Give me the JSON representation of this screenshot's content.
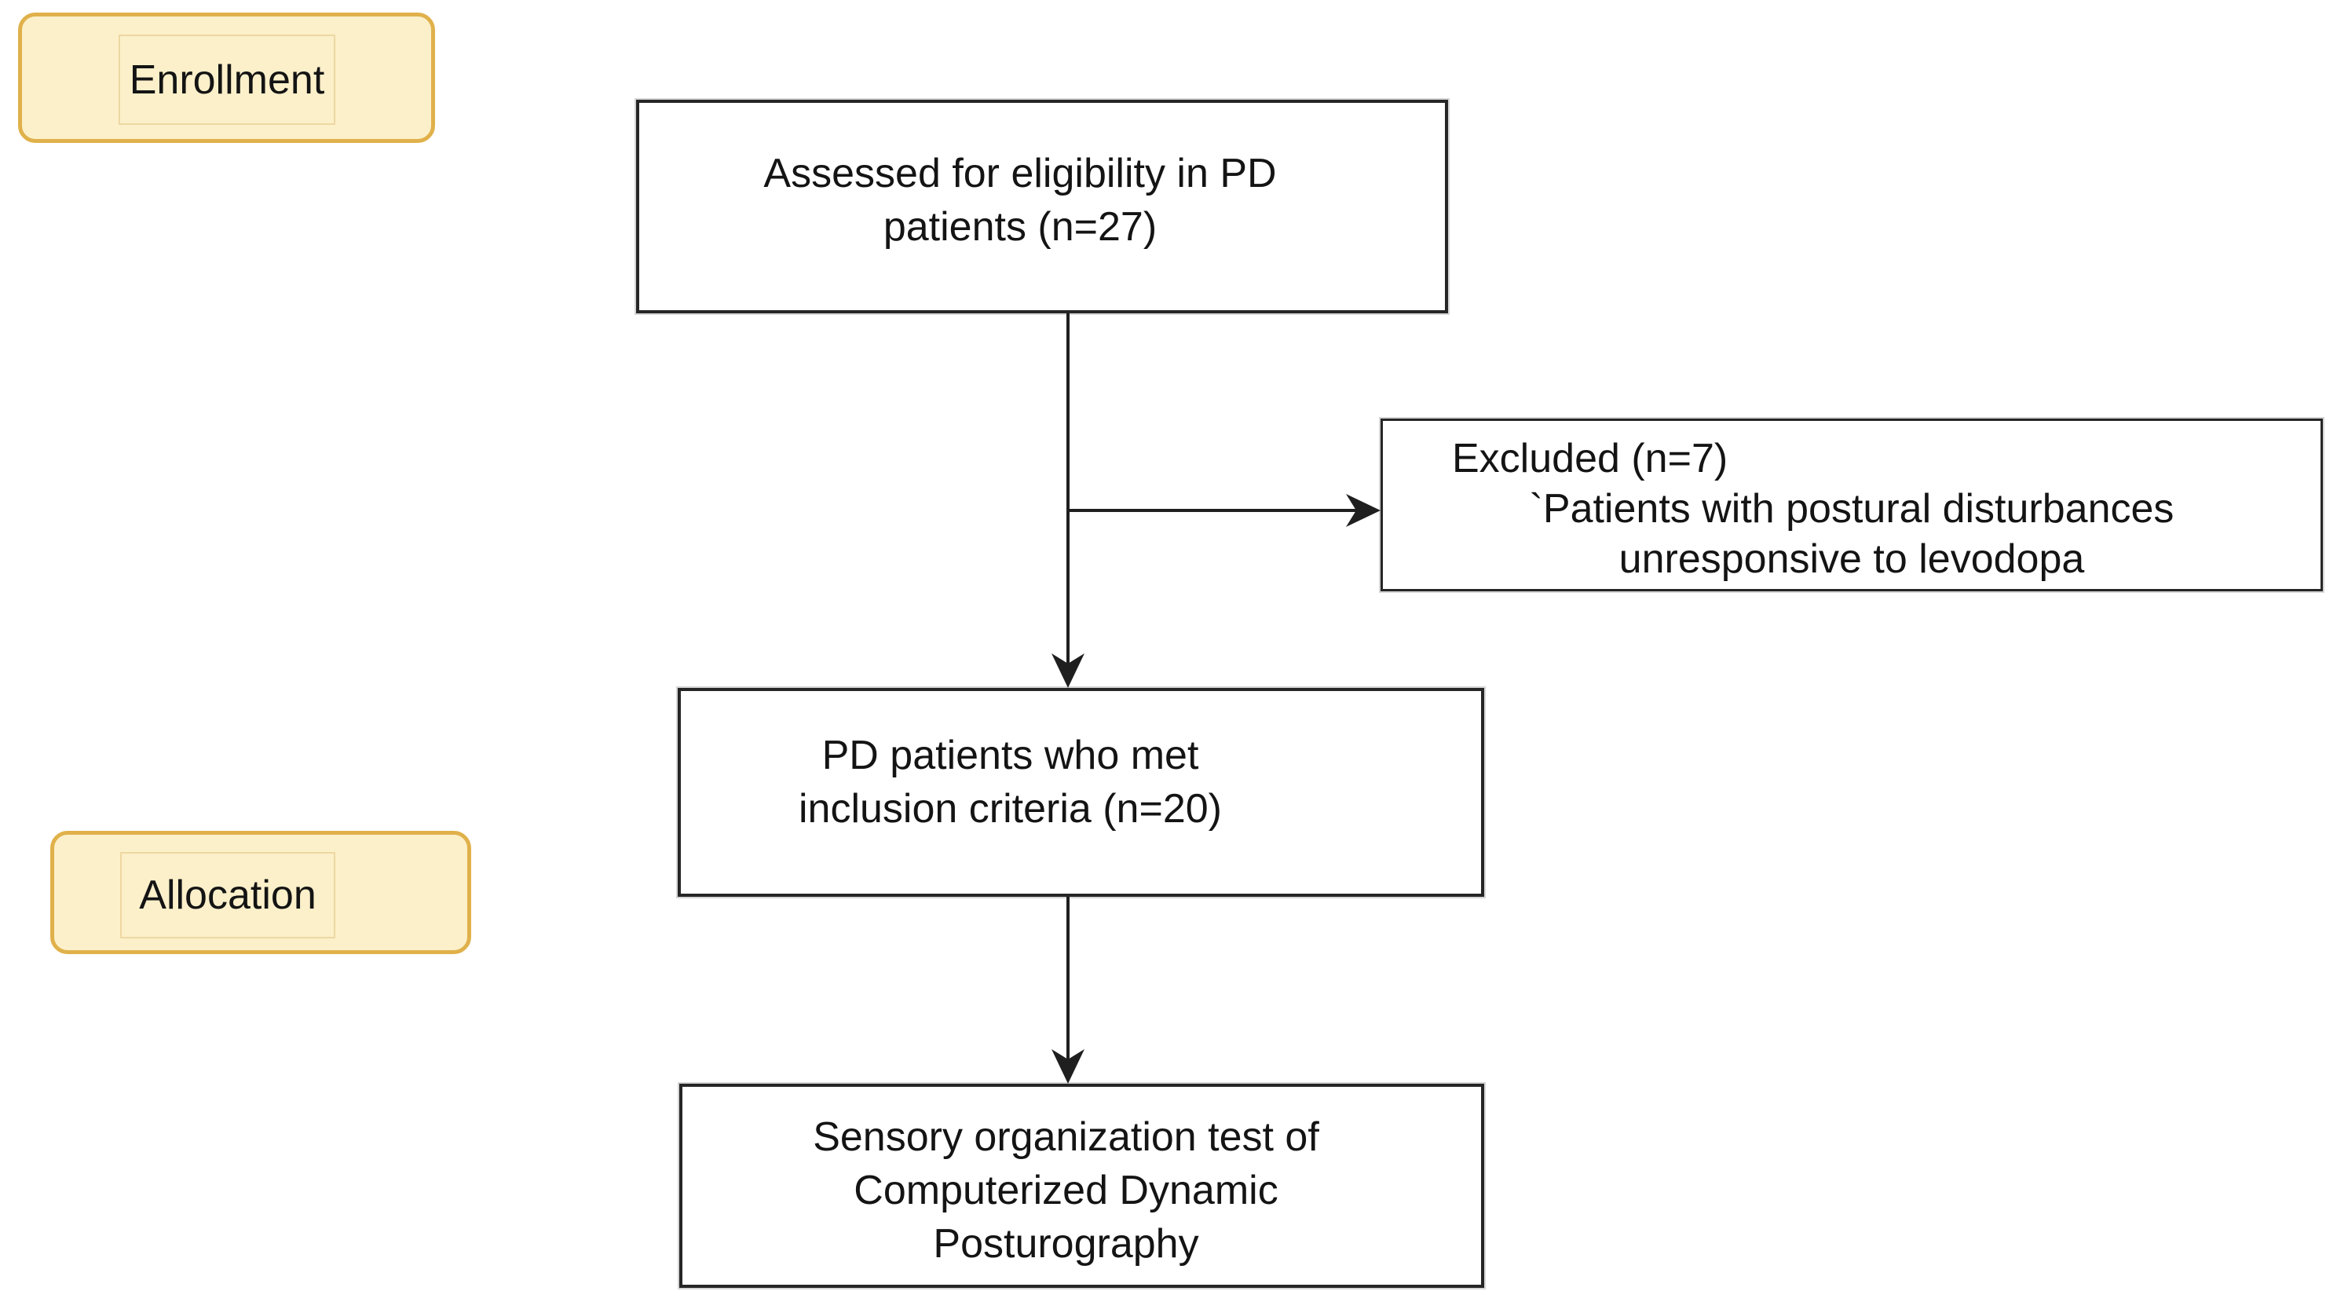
{
  "stages": {
    "enrollment": "Enrollment",
    "allocation": "Allocation"
  },
  "boxes": {
    "assessed": {
      "line1": "Assessed for eligibility in PD",
      "line2": "patients (n=27)"
    },
    "excluded": {
      "heading": "Excluded (n=7)",
      "line1": "`Patients with postural disturbances",
      "line2": "unresponsive to levodopa"
    },
    "included": {
      "line1": "PD patients who met",
      "line2": "inclusion criteria (n=20)"
    },
    "posturography": {
      "line1": "Sensory organization test of",
      "line2": "Computerized Dynamic",
      "line3": "Posturography"
    }
  },
  "colors": {
    "stage_fill": "#fcf0ca",
    "stage_border": "#e0b14b",
    "stage_inner_border": "#edd8a2",
    "node_fill": "#ffffff",
    "node_border": "#262626",
    "connector": "#1f1f1f",
    "text": "#141414",
    "background": "#ffffff"
  }
}
